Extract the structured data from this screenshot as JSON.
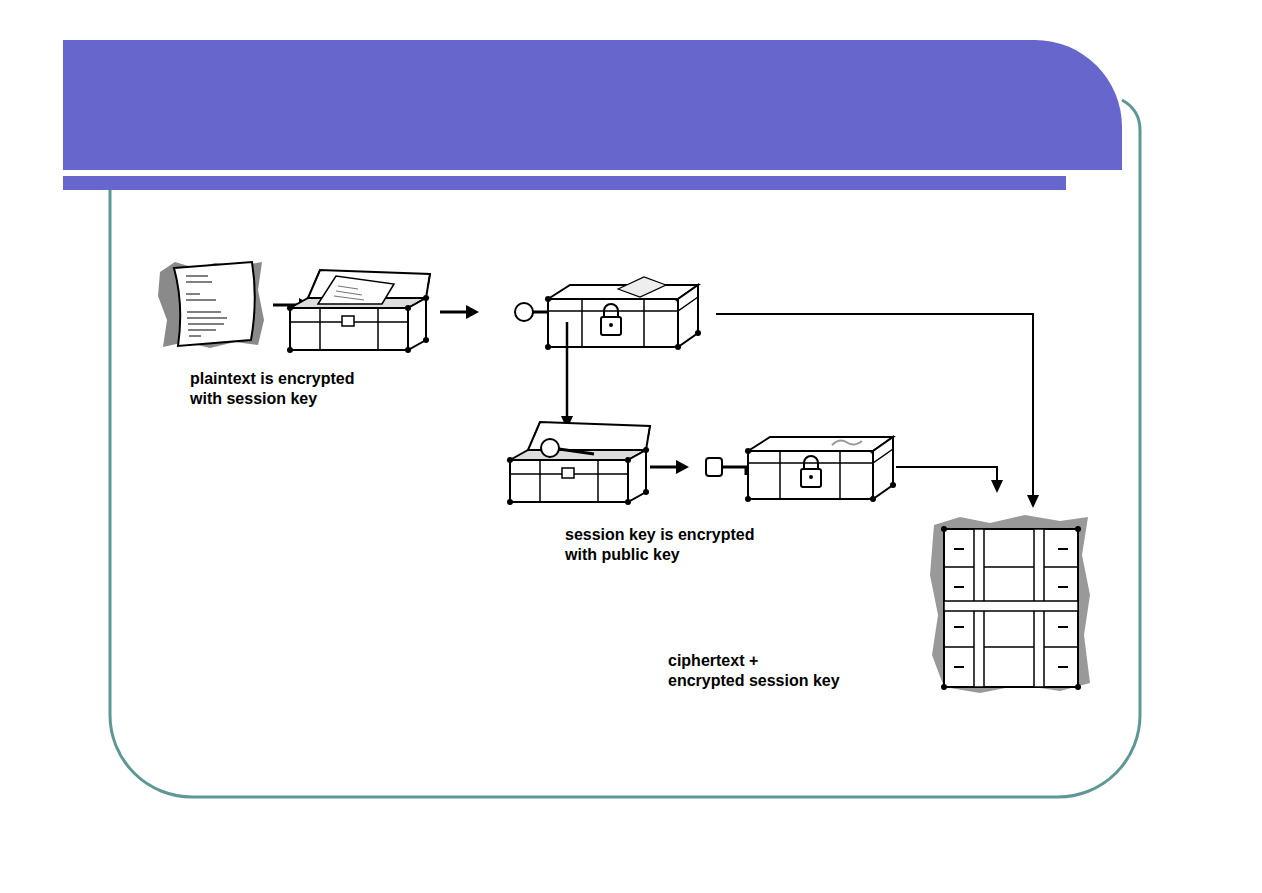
{
  "diagram": {
    "labels": [
      "plaintext is encrypted with session key",
      "session key is encrypted with public key",
      "ciphertext + encrypted session key"
    ]
  }
}
